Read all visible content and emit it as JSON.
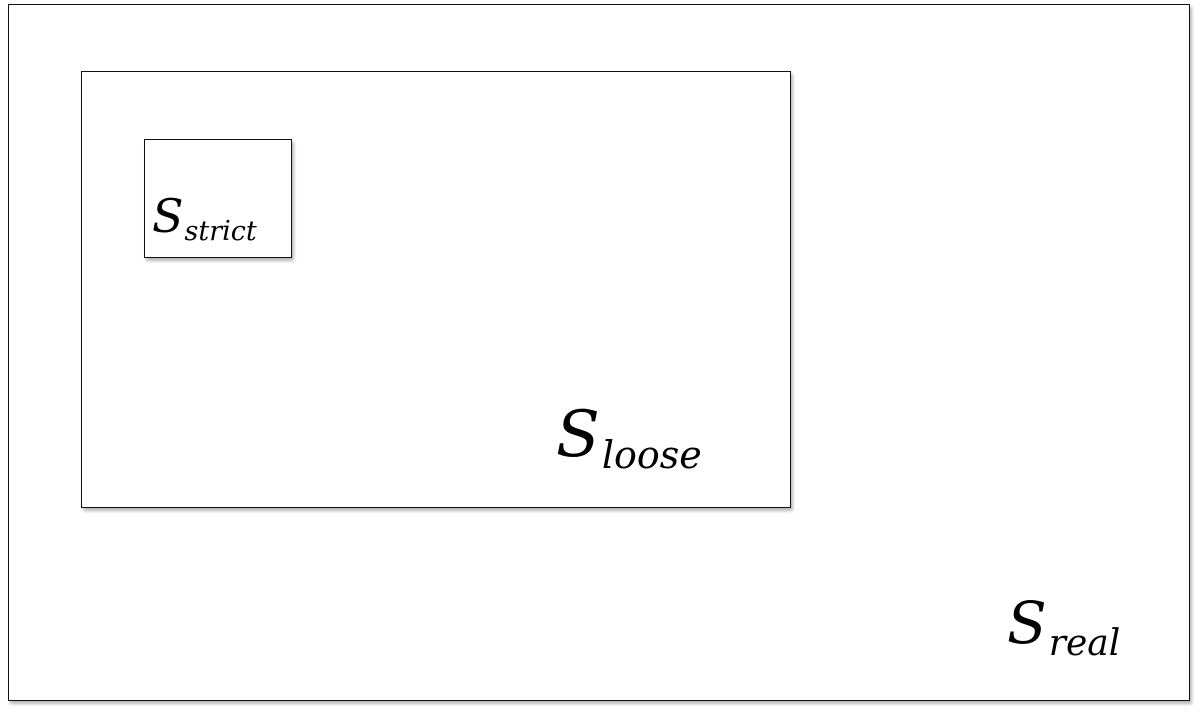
{
  "sets": {
    "real": {
      "symbol": "S",
      "subscript": "real"
    },
    "loose": {
      "symbol": "S",
      "subscript": "loose"
    },
    "strict": {
      "symbol": "S",
      "subscript": "strict"
    }
  },
  "colors": {
    "border": "#111111",
    "background": "#ffffff",
    "text": "#000000"
  }
}
